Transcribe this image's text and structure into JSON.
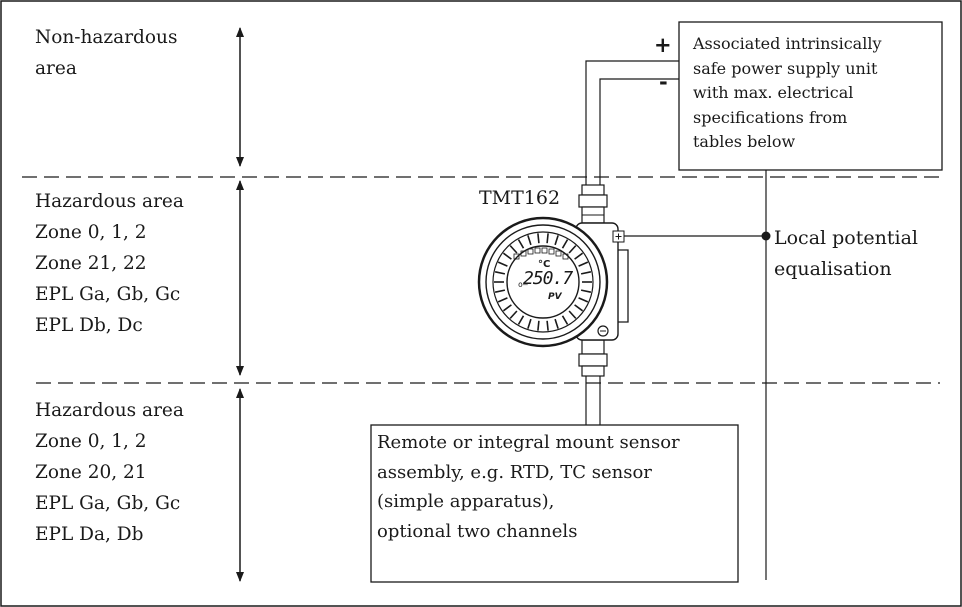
{
  "zones": [
    {
      "lines": [
        "Non-hazardous",
        "area"
      ]
    },
    {
      "lines": [
        "Hazardous area",
        "Zone 0, 1, 2",
        "Zone 21, 22",
        "EPL Ga, Gb, Gc",
        "EPL Db, Dc"
      ]
    },
    {
      "lines": [
        "Hazardous area",
        "Zone 0, 1, 2",
        "Zone 20, 21",
        "EPL Ga, Gb, Gc",
        "EPL Da, Db"
      ]
    }
  ],
  "power_supply": {
    "lines": [
      "Associated intrinsically",
      "safe power supply unit",
      "with max. electrical",
      "specifications from",
      "tables below"
    ],
    "plus": "+",
    "minus": "-"
  },
  "device": {
    "name": "TMT162",
    "display_value": "250.7",
    "display_unit": "°C",
    "display_mode": "PV"
  },
  "equalisation": {
    "lines": [
      "Local potential",
      "equalisation"
    ]
  },
  "sensor": {
    "lines": [
      "Remote or integral mount sensor",
      "assembly, e.g. RTD, TC sensor",
      "(simple apparatus),",
      "optional two channels"
    ]
  },
  "colors": {
    "ink": "#1a1a1a",
    "background": "#ffffff"
  }
}
